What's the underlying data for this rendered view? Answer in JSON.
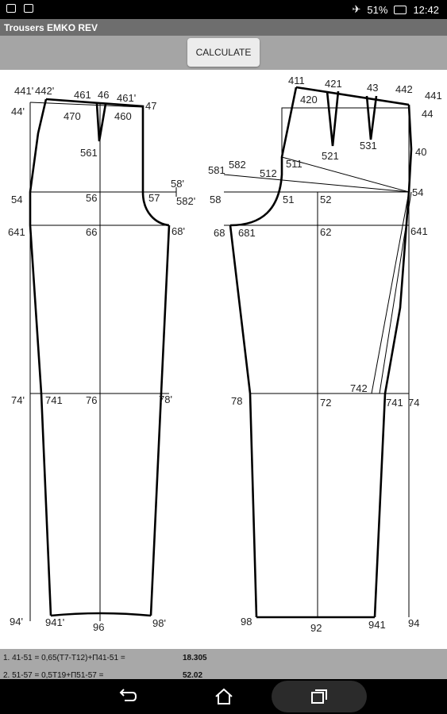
{
  "status": {
    "battery": "51%",
    "time": "12:42"
  },
  "app": {
    "title": "Trousers EMKO REV"
  },
  "toolbar": {
    "calculate_label": "CALCULATE"
  },
  "pattern_labels": {
    "front": [
      {
        "key": "p441q",
        "text": "441'"
      },
      {
        "key": "p442q",
        "text": "442'"
      },
      {
        "key": "p461",
        "text": "461"
      },
      {
        "key": "p46",
        "text": "46"
      },
      {
        "key": "p461q",
        "text": "461'"
      },
      {
        "key": "p47",
        "text": "47"
      },
      {
        "key": "p44q",
        "text": "44'"
      },
      {
        "key": "p470",
        "text": "470"
      },
      {
        "key": "p460",
        "text": "460"
      },
      {
        "key": "p561",
        "text": "561"
      },
      {
        "key": "p58q",
        "text": "58'"
      },
      {
        "key": "p54",
        "text": "54"
      },
      {
        "key": "p56",
        "text": "56"
      },
      {
        "key": "p57",
        "text": "57"
      },
      {
        "key": "p582q",
        "text": "582'"
      },
      {
        "key": "p641",
        "text": "641"
      },
      {
        "key": "p66",
        "text": "66"
      },
      {
        "key": "p68q",
        "text": "68'"
      },
      {
        "key": "p74q",
        "text": "74'"
      },
      {
        "key": "p741",
        "text": "741"
      },
      {
        "key": "p76",
        "text": "76"
      },
      {
        "key": "p78q",
        "text": "78'"
      },
      {
        "key": "p94q",
        "text": "94'"
      },
      {
        "key": "p941q",
        "text": "941'"
      },
      {
        "key": "p96",
        "text": "96"
      },
      {
        "key": "p98q",
        "text": "98'"
      }
    ],
    "back": [
      {
        "key": "b411",
        "text": "411"
      },
      {
        "key": "b421",
        "text": "421"
      },
      {
        "key": "b43",
        "text": "43"
      },
      {
        "key": "b442",
        "text": "442"
      },
      {
        "key": "b441",
        "text": "441"
      },
      {
        "key": "b420",
        "text": "420"
      },
      {
        "key": "b44",
        "text": "44"
      },
      {
        "key": "b521",
        "text": "521"
      },
      {
        "key": "b531",
        "text": "531"
      },
      {
        "key": "b40",
        "text": "40"
      },
      {
        "key": "b581",
        "text": "581"
      },
      {
        "key": "b582",
        "text": "582"
      },
      {
        "key": "b511",
        "text": "511"
      },
      {
        "key": "b512",
        "text": "512"
      },
      {
        "key": "b58",
        "text": "58"
      },
      {
        "key": "b51",
        "text": "51"
      },
      {
        "key": "b52",
        "text": "52"
      },
      {
        "key": "b54",
        "text": "54"
      },
      {
        "key": "b68",
        "text": "68"
      },
      {
        "key": "b681",
        "text": "681"
      },
      {
        "key": "b62",
        "text": "62"
      },
      {
        "key": "b641",
        "text": "641"
      },
      {
        "key": "b742",
        "text": "742"
      },
      {
        "key": "b78",
        "text": "78"
      },
      {
        "key": "b72",
        "text": "72"
      },
      {
        "key": "b741",
        "text": "741"
      },
      {
        "key": "b74",
        "text": "74"
      },
      {
        "key": "b98",
        "text": "98"
      },
      {
        "key": "b92",
        "text": "92"
      },
      {
        "key": "b941",
        "text": "941"
      },
      {
        "key": "b94",
        "text": "94"
      }
    ]
  },
  "formulas": [
    {
      "text": "1. 41-51 = 0,65(T7-T12)+П41-51 =",
      "value": "18.305"
    },
    {
      "text": "2. 51-57 = 0,5T19+П51-57 =",
      "value": "52.02"
    }
  ]
}
